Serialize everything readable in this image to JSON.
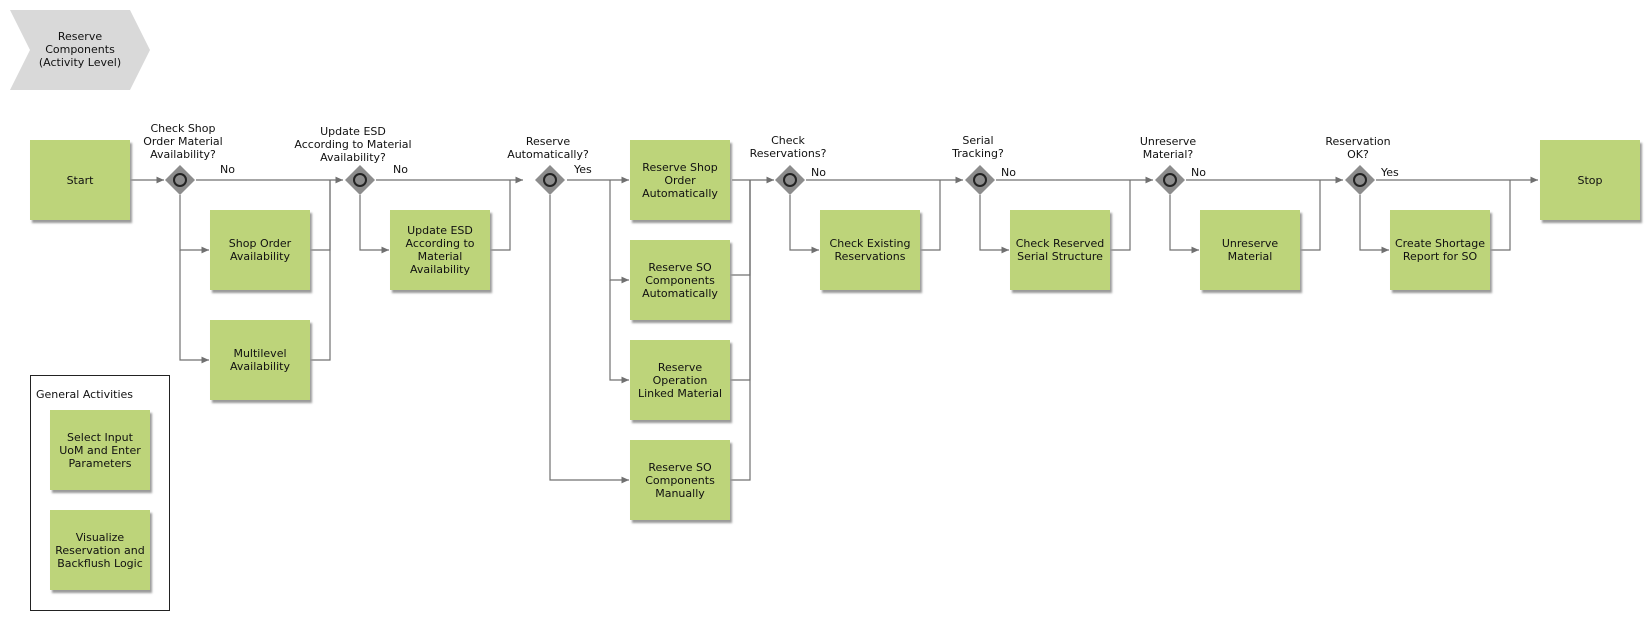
{
  "header": {
    "title": "Reserve\nComponents\n(Activity Level)"
  },
  "general_activities": {
    "title": "General Activities",
    "items": [
      "Select Input\nUoM and Enter\nParameters",
      "Visualize\nReservation and\nBackflush Logic"
    ]
  },
  "nodes": {
    "start": "Start",
    "stop": "Stop",
    "shop_order_availability": "Shop Order\nAvailability",
    "multilevel_availability": "Multilevel\nAvailability",
    "update_esd": "Update ESD\nAccording to\nMaterial\nAvailability",
    "reserve_shop_order_auto": "Reserve Shop\nOrder\nAutomatically",
    "reserve_so_components_auto": "Reserve SO\nComponents\nAutomatically",
    "reserve_operation_linked": "Reserve\nOperation\nLinked Material",
    "reserve_so_components_manual": "Reserve SO\nComponents\nManually",
    "check_existing_reservations": "Check Existing\nReservations",
    "check_reserved_serial": "Check Reserved\nSerial Structure",
    "unreserve_material": "Unreserve\nMaterial",
    "create_shortage_report": "Create Shortage\nReport for SO"
  },
  "gateways": [
    {
      "question": "Check Shop\nOrder Material\nAvailability?",
      "branch": "No"
    },
    {
      "question": "Update ESD\nAccording to Material\nAvailability?",
      "branch": "No"
    },
    {
      "question": "Reserve\nAutomatically?",
      "branch": "Yes"
    },
    {
      "question": "Check\nReservations?",
      "branch": "No"
    },
    {
      "question": "Serial\nTracking?",
      "branch": "No"
    },
    {
      "question": "Unreserve\nMaterial?",
      "branch": "No"
    },
    {
      "question": "Reservation\nOK?",
      "branch": "Yes"
    }
  ],
  "colors": {
    "activity_fill": "#bdd47a",
    "gateway_fill": "#8c8c8c",
    "connector": "#707070"
  }
}
